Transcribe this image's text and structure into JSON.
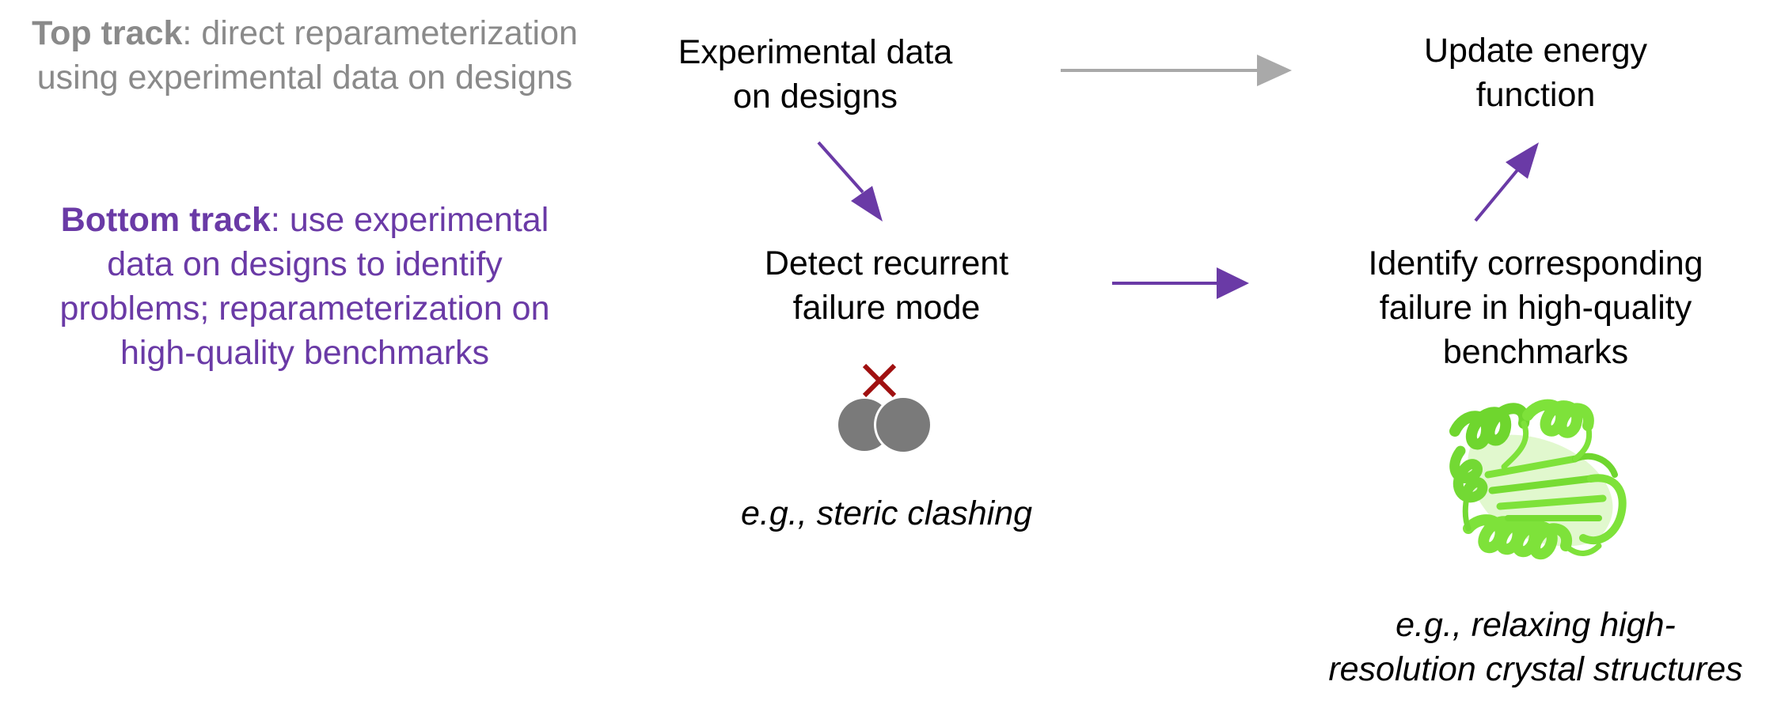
{
  "legend": {
    "top": {
      "title": "Top track",
      "sep": ": ",
      "text": "direct reparameterization using experimental data on designs"
    },
    "bottom": {
      "title": "Bottom track",
      "sep": ": ",
      "text": "use experimental data on designs to identify problems; reparameterization on high-quality benchmarks"
    }
  },
  "nodes": {
    "experimental": {
      "line1": "Experimental data",
      "line2": "on designs"
    },
    "update": {
      "line1": "Update energy",
      "line2": "function"
    },
    "detect": {
      "line1": "Detect recurrent",
      "line2": "failure mode"
    },
    "identify": {
      "line1": "Identify corresponding",
      "line2": "failure in high-quality",
      "line3": "benchmarks"
    }
  },
  "examples": {
    "steric": "e.g., steric clashing",
    "relax_line1": "e.g., relaxing high-",
    "relax_line2": "resolution crystal structures"
  },
  "icons": {
    "clash": "steric-clash-icon",
    "protein": "protein-structure-icon"
  },
  "colors": {
    "top_track": "#a9a9a9",
    "bottom_track": "#6a3aa6",
    "clash_x": "#a01010",
    "atom": "#7a7a7a",
    "protein": "#7ee23a"
  }
}
